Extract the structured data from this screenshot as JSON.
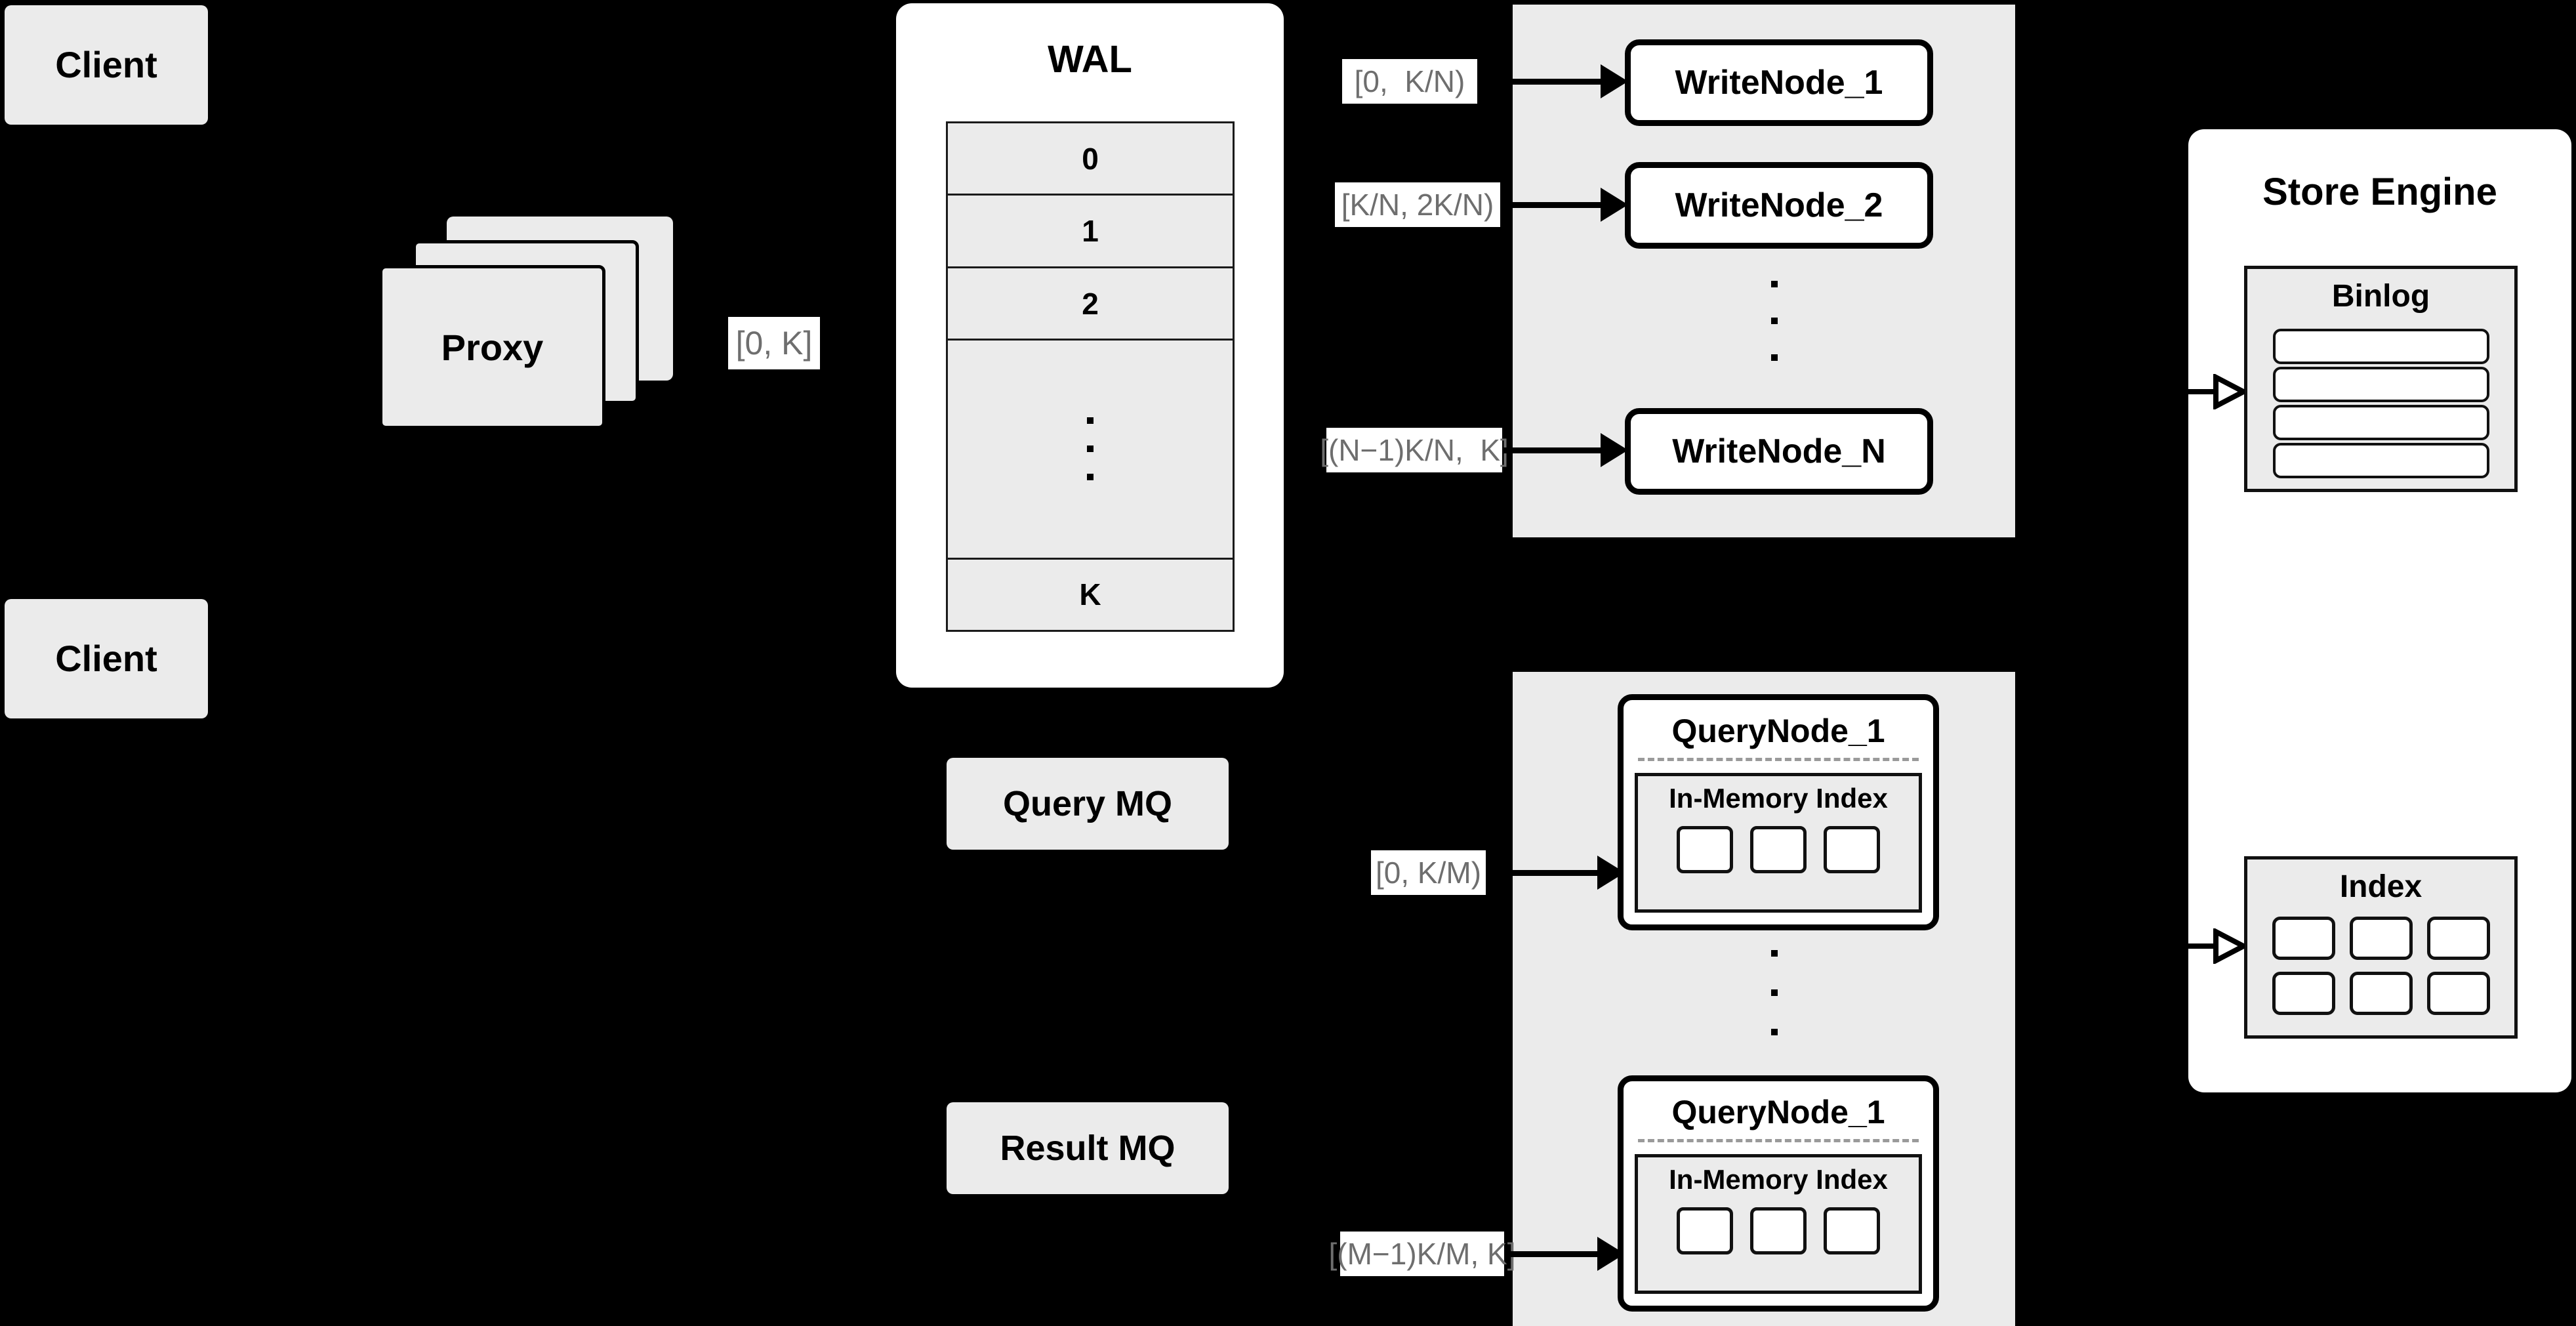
{
  "diagram": {
    "title": "Distributed Write/Query Architecture",
    "background_color": "#000000",
    "box_fill": "#EBEBEB",
    "card_fill": "#FFFFFF",
    "stroke_color": "#000000",
    "label_text_color": "#6E6E6E"
  },
  "clients": [
    {
      "label": "Client"
    },
    {
      "label": "Client"
    }
  ],
  "proxy": {
    "label": "Proxy",
    "stack_count": 3
  },
  "proxy_range_label": "[0, K]",
  "wal": {
    "title": "WAL",
    "rows": [
      "0",
      "1",
      "2"
    ],
    "ellipsis_dots": 3,
    "last_row": "K"
  },
  "write_cluster": {
    "nodes": [
      {
        "label": "WriteNode_1",
        "range_label": "[0,  K/N)"
      },
      {
        "label": "WriteNode_2",
        "range_label": "[K/N, 2K/N)"
      },
      {
        "label": "WriteNode_N",
        "range_label": "[(N−1)K/N,  K]"
      }
    ],
    "ellipsis_dots": 3
  },
  "query_mq": {
    "label": "Query MQ"
  },
  "result_mq": {
    "label": "Result MQ"
  },
  "query_cluster": {
    "nodes": [
      {
        "label": "QueryNode_1",
        "range_label": "[0, K/M)",
        "index": {
          "title": "In-Memory Index",
          "cells": 3
        }
      },
      {
        "label": "QueryNode_1",
        "range_label": "[(M−1)K/M, K]",
        "index": {
          "title": "In-Memory Index",
          "cells": 3
        }
      }
    ],
    "ellipsis_dots": 3
  },
  "store_engine": {
    "title": "Store Engine",
    "binlog": {
      "title": "Binlog",
      "bars": 4
    },
    "index": {
      "title": "Index",
      "rows": 2,
      "cols": 3
    }
  }
}
